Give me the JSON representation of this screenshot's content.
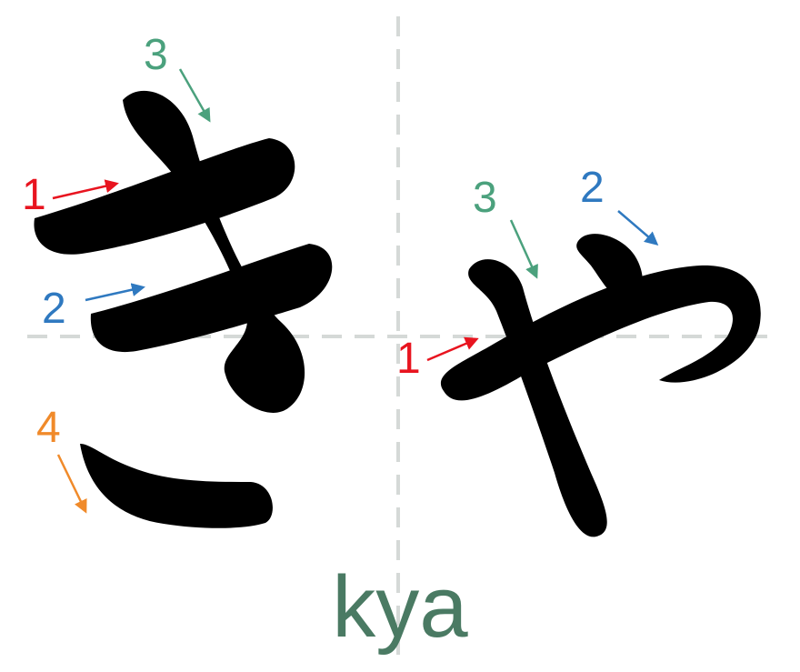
{
  "romaji": "kya",
  "characters": [
    {
      "kana": "き",
      "strokes": [
        {
          "order": "1",
          "color": "#e8141f"
        },
        {
          "order": "2",
          "color": "#2f79c0"
        },
        {
          "order": "3",
          "color": "#4ba17d"
        },
        {
          "order": "4",
          "color": "#f08a2a"
        }
      ]
    },
    {
      "kana": "ゃ",
      "strokes": [
        {
          "order": "1",
          "color": "#e8141f"
        },
        {
          "order": "2",
          "color": "#2f79c0"
        },
        {
          "order": "3",
          "color": "#4ba17d"
        }
      ]
    }
  ],
  "colors": {
    "guide_lines": "#d5d9d7",
    "glyph": "#000000",
    "romaji": "#4a7a63"
  }
}
